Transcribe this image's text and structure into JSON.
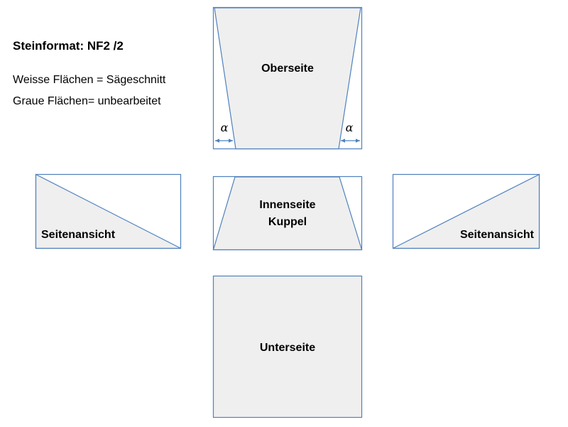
{
  "page": {
    "title": "Steinformat: NF2 /2",
    "legend_line1": "Weisse Flächen = Sägeschnitt",
    "legend_line2": "Graue Flächen= unbearbeitet"
  },
  "shapes": {
    "oberseite_label": "Oberseite",
    "seitenansicht_left_label": "Seitenansicht",
    "innenseite_label_line1": "Innenseite",
    "innenseite_label_line2": "Kuppel",
    "seitenansicht_right_label": "Seitenansicht",
    "unterseite_label": "Unterseite",
    "alpha_left": "α",
    "alpha_right": "α"
  },
  "colors": {
    "outline": "#4f81bd",
    "arrow": "#4f81bd",
    "unworked_fill": "#efefef",
    "sawcut_fill": "#ffffff"
  }
}
